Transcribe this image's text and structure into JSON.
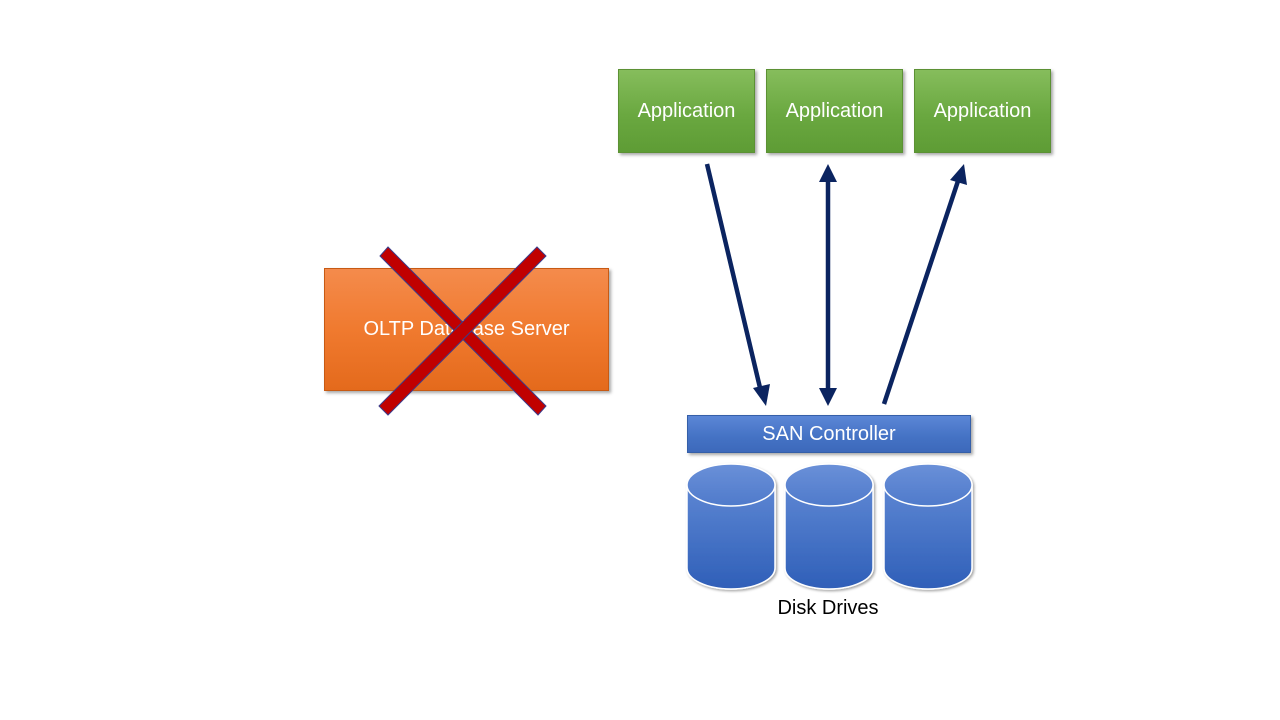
{
  "applications": [
    {
      "label": "Application"
    },
    {
      "label": "Application"
    },
    {
      "label": "Application"
    }
  ],
  "oltp_server": {
    "label": "OLTP Database Server",
    "status": "crossed-out"
  },
  "san_controller": {
    "label": "SAN Controller"
  },
  "disk_drives": {
    "label": "Disk Drives",
    "count": 3
  },
  "colors": {
    "application": "#70ad47",
    "oltp_server": "#ed7d31",
    "san_controller": "#4472c4",
    "disk": "#4472c4",
    "arrow": "#0b2460",
    "cross": "#c00000"
  }
}
